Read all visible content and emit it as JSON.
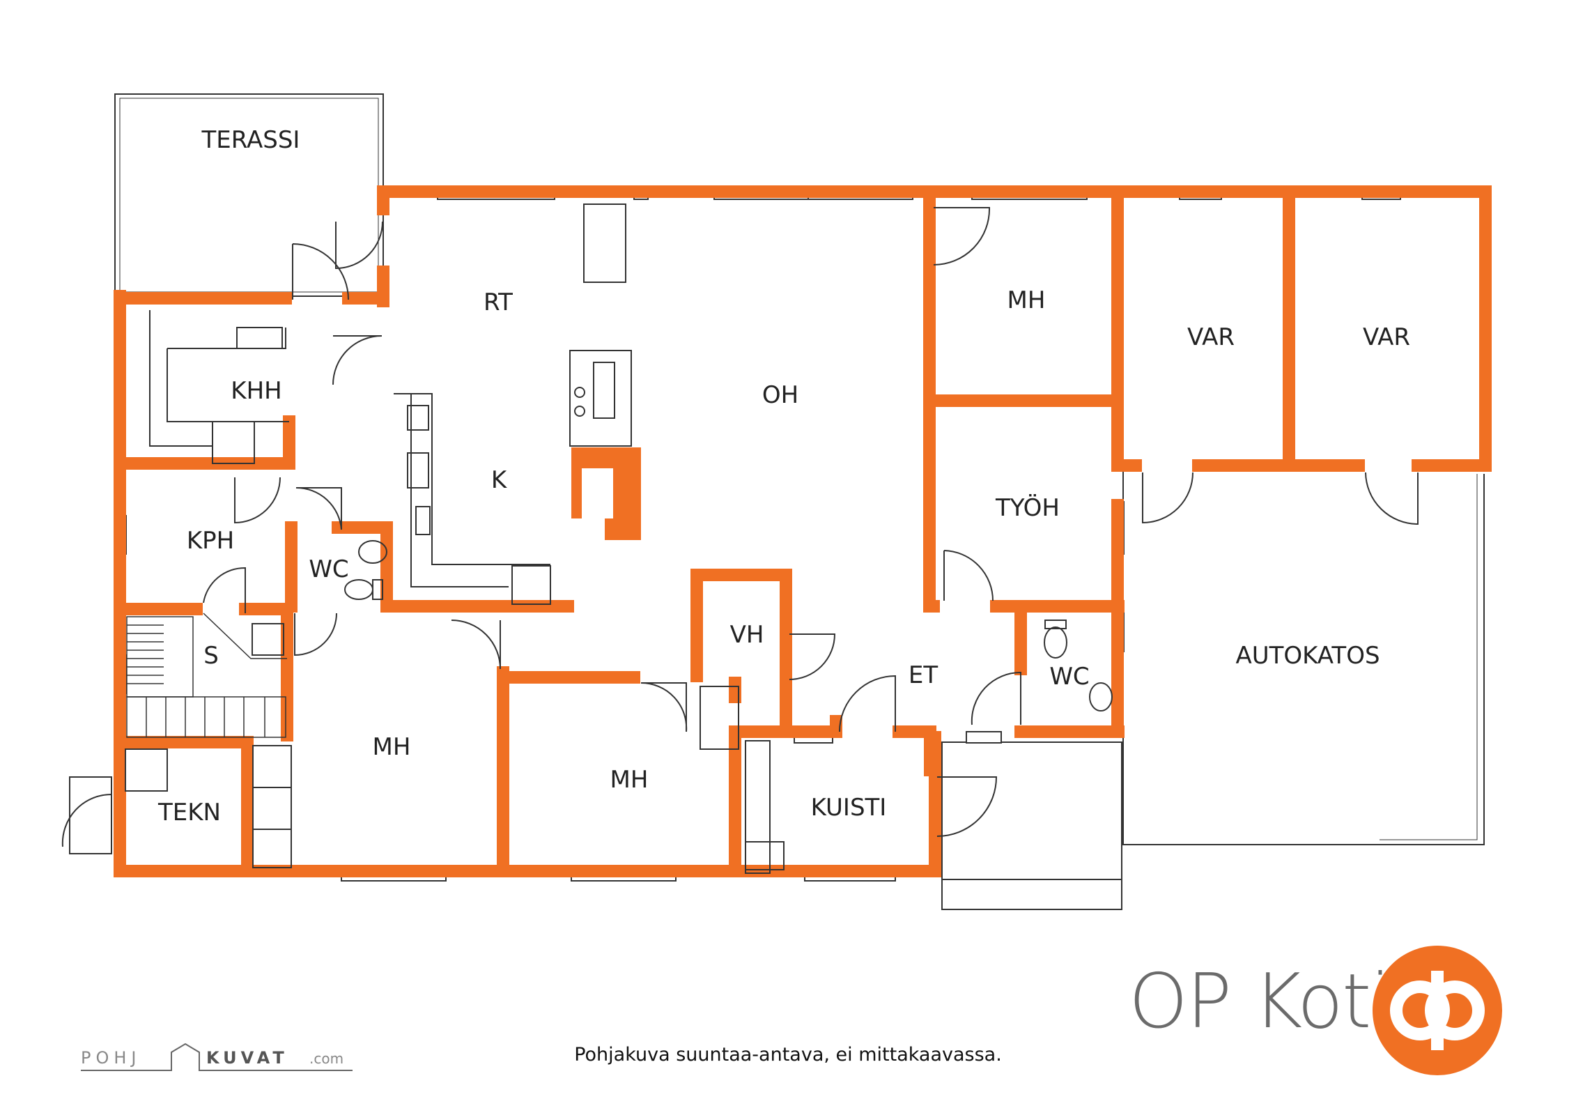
{
  "colors": {
    "wall": "#f07023",
    "line": "#333333",
    "brand_gray": "#6b6b6b"
  },
  "rooms": {
    "terassi": "TERASSI",
    "khh": "KHH",
    "kph": "KPH",
    "s": "S",
    "tekn": "TEKN",
    "wc_left": "WC",
    "rt": "RT",
    "k": "K",
    "oh": "OH",
    "mh_top": "MH",
    "tyoh": "TYÖH",
    "var_1": "VAR",
    "var_2": "VAR",
    "vh": "VH",
    "et": "ET",
    "wc_right": "WC",
    "autokatos": "AUTOKATOS",
    "mh_lower_left": "MH",
    "mh_lower_mid": "MH",
    "kuisti": "KUISTI"
  },
  "caption": "Pohjakuva suuntaa-antava, ei mittakaavassa.",
  "brand": {
    "name": "OP Koti",
    "logo_icon": "op-logo-icon"
  },
  "credit": {
    "left": "POHJ",
    "right": "KUVAT",
    "suffix": ".com"
  }
}
